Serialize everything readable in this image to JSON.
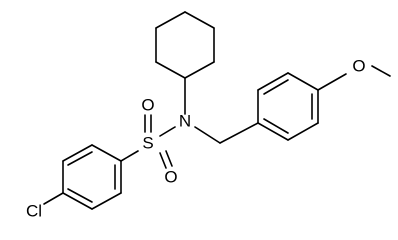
{
  "molecule": {
    "atoms": {
      "chlorine": "Cl",
      "sulfur": "S",
      "oxygen_top": "O",
      "oxygen_bottom": "O",
      "nitrogen": "N",
      "oxygen_methoxy": "O"
    }
  },
  "colors": {
    "bond": "#000000",
    "background": "#ffffff"
  }
}
